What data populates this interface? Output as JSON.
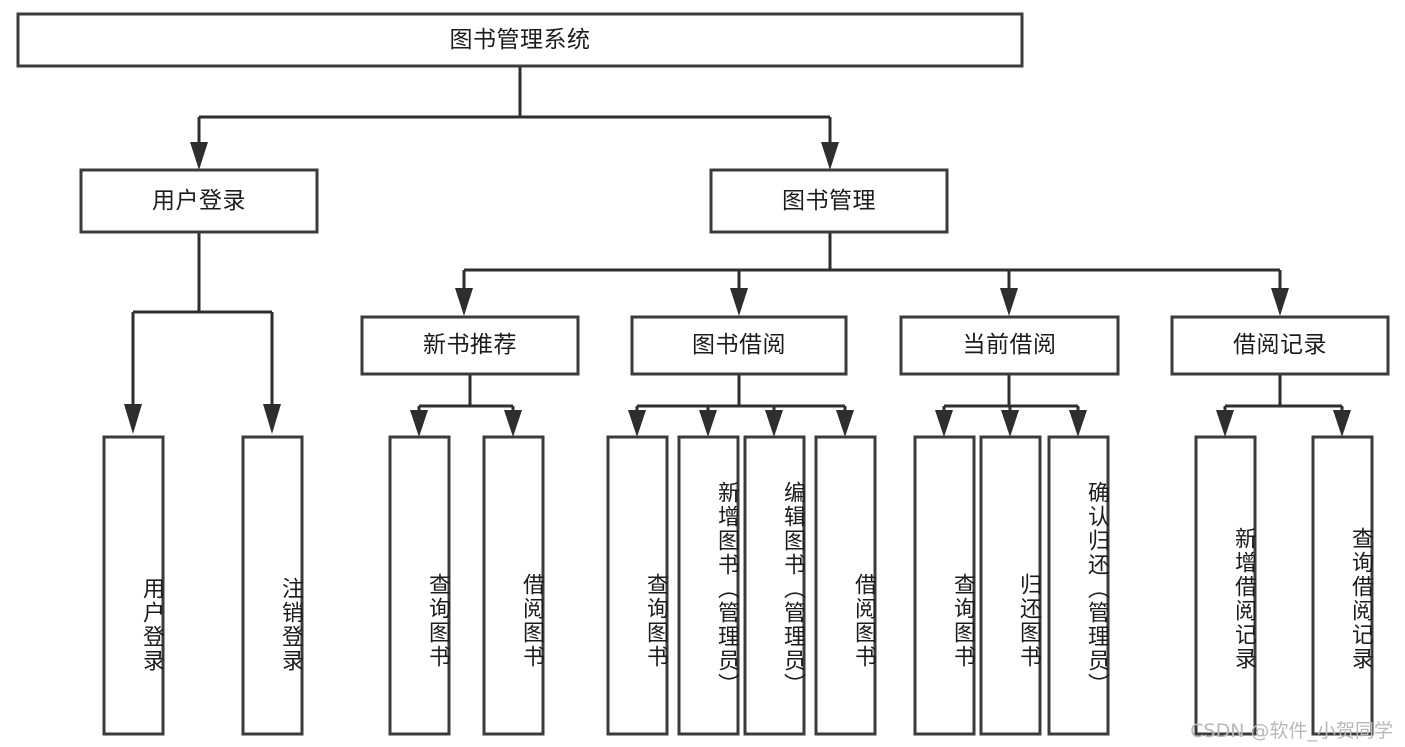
{
  "diagram": {
    "type": "tree-hierarchy-chart",
    "title": "图书管理系统",
    "watermark": "CSDN @软件_小贺同学",
    "colors": {
      "background": "#ffffff",
      "box_stroke": "#3b3b3b",
      "edge": "#2e2e2e",
      "text": "#1c1c1c",
      "watermark": "#b9b9b9"
    },
    "levels": {
      "root": {
        "label": "图书管理系统"
      },
      "level2": [
        {
          "id": "user-login",
          "label": "用户登录"
        },
        {
          "id": "book-management",
          "label": "图书管理"
        }
      ],
      "level3": [
        {
          "id": "new-book-recommend",
          "label": "新书推荐",
          "parent": "book-management"
        },
        {
          "id": "book-borrow",
          "label": "图书借阅",
          "parent": "book-management"
        },
        {
          "id": "current-borrow",
          "label": "当前借阅",
          "parent": "book-management"
        },
        {
          "id": "borrow-record",
          "label": "借阅记录",
          "parent": "book-management"
        }
      ],
      "leaves": [
        {
          "id": "leaf-user-login",
          "label": "用户登录",
          "parent": "user-login"
        },
        {
          "id": "leaf-logout-login",
          "label": "注销登录",
          "parent": "user-login"
        },
        {
          "id": "leaf-query-book-1",
          "label": "查询图书",
          "parent": "new-book-recommend"
        },
        {
          "id": "leaf-borrow-book-1",
          "label": "借阅图书",
          "parent": "new-book-recommend"
        },
        {
          "id": "leaf-query-book-2",
          "label": "查询图书",
          "parent": "book-borrow"
        },
        {
          "id": "leaf-add-book",
          "label": "新增图书（管理员）",
          "parent": "book-borrow"
        },
        {
          "id": "leaf-edit-book",
          "label": "编辑图书（管理员）",
          "parent": "book-borrow"
        },
        {
          "id": "leaf-borrow-book-2",
          "label": "借阅图书",
          "parent": "book-borrow"
        },
        {
          "id": "leaf-query-book-3",
          "label": "查询图书",
          "parent": "current-borrow"
        },
        {
          "id": "leaf-return-book",
          "label": "归还图书",
          "parent": "current-borrow"
        },
        {
          "id": "leaf-confirm-return",
          "label": "确认归还（管理员）",
          "parent": "current-borrow"
        },
        {
          "id": "leaf-add-record",
          "label": "新增借阅记录",
          "parent": "borrow-record"
        },
        {
          "id": "leaf-query-record",
          "label": "查询借阅记录",
          "parent": "borrow-record"
        }
      ]
    }
  }
}
